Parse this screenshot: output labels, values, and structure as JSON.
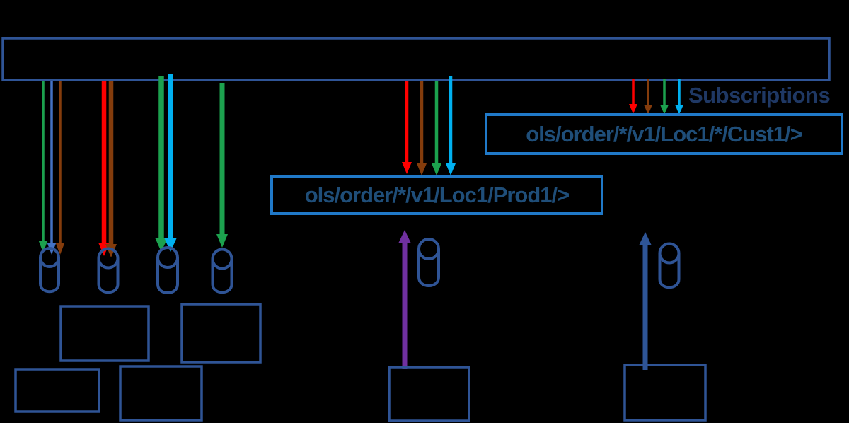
{
  "diagram": {
    "labels": {
      "subscriptions": "Subscriptions"
    },
    "subscription_filters": [
      {
        "text": "ols/order/*/v1/Loc1/Prod1/>"
      },
      {
        "text": "ols/order/*/v1/Loc1/*/Cust1/>"
      }
    ],
    "colors": {
      "background": "#000000",
      "outline_dark_blue": "#2F5496",
      "filter_box_border": "#2079C8",
      "filter_text": "#1F4E79",
      "subscriptions_text": "#1F3864",
      "arrow_red": "#FF0000",
      "arrow_brown": "#843C0C",
      "arrow_green": "#1CA14E",
      "arrow_cyan": "#00B0F0",
      "arrow_blue": "#4472C4",
      "arrow_purple": "#7030A0",
      "arrow_steel_blue": "#2E5597"
    }
  }
}
